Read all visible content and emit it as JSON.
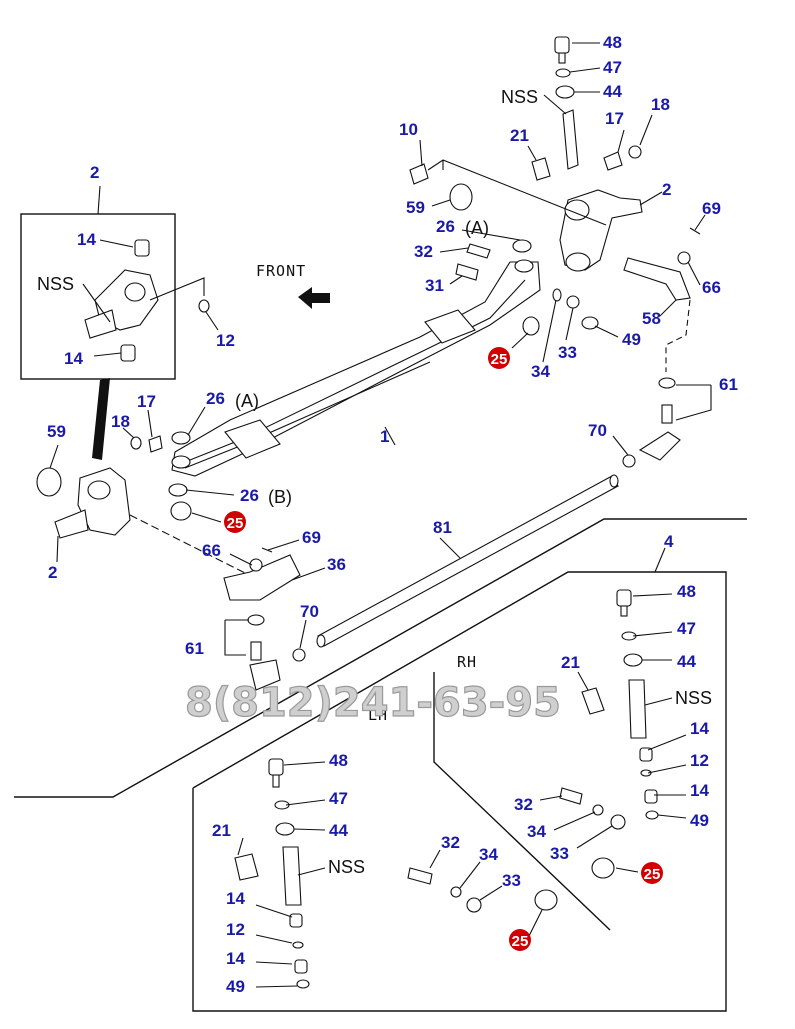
{
  "labels": {
    "front": "FRONT",
    "nss": "NSS",
    "rh": "RH",
    "lh": "LH",
    "a": "(A)",
    "b": "(B)",
    "red_part": "25",
    "watermark": "8(812)241-63-95"
  },
  "callouts": {
    "n48": "48",
    "n47": "47",
    "n44": "44",
    "n18": "18",
    "n17": "17",
    "n10": "10",
    "n21": "21",
    "n2": "2",
    "n69": "69",
    "n59": "59",
    "n26": "26",
    "n32": "32",
    "n31": "31",
    "n66": "66",
    "n58": "58",
    "n49": "49",
    "n33": "33",
    "n34": "34",
    "n61": "61",
    "n14": "14",
    "n12": "12",
    "n1": "1",
    "n70": "70",
    "n81": "81",
    "n4": "4",
    "n36": "36"
  },
  "colors": {
    "callout": "#1a1aa8",
    "highlight": "#d10000",
    "ink": "#111111"
  }
}
